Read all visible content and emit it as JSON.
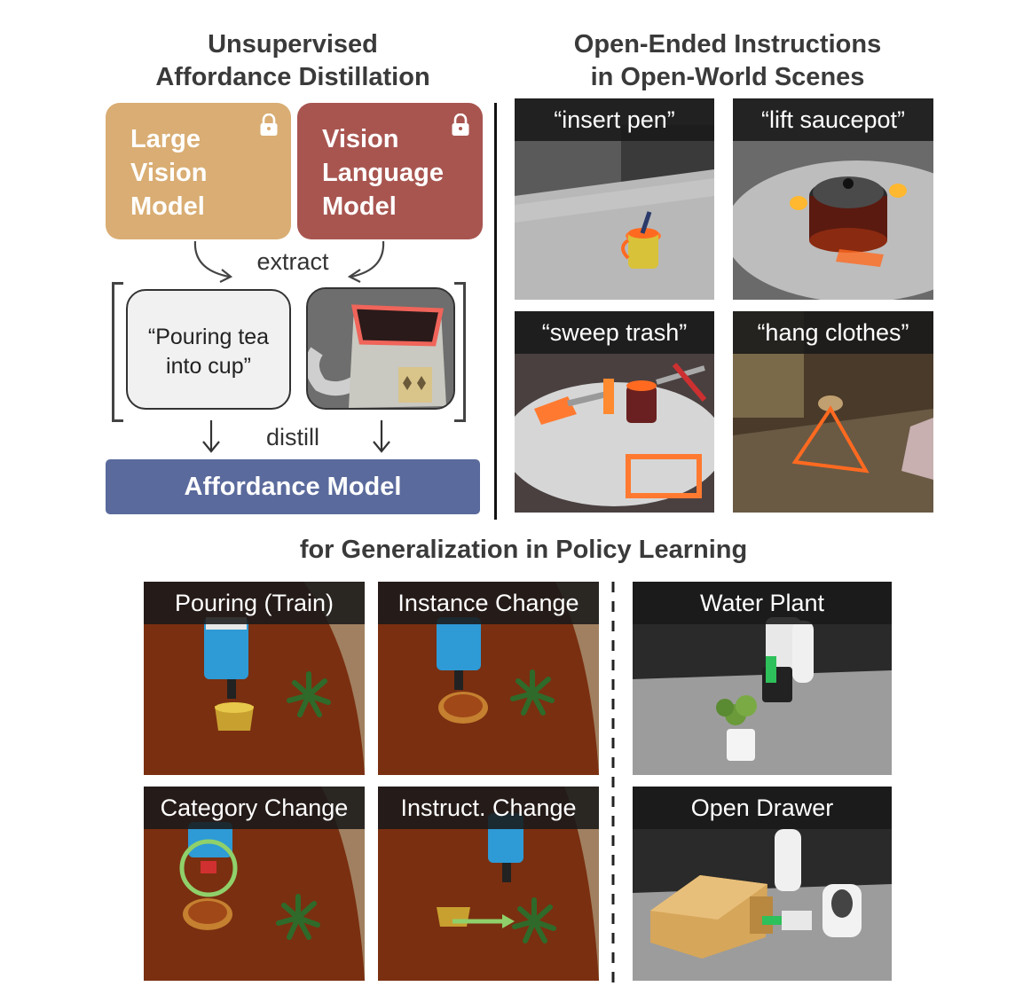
{
  "left_panel": {
    "title_line1": "Unsupervised",
    "title_line2": "Affordance Distillation",
    "box_lvm": {
      "line1": "Large",
      "line2": "Vision",
      "line3": "Model",
      "color": "#d9ad73"
    },
    "box_vlm": {
      "line1": "Vision",
      "line2": "Language",
      "line3": "Model",
      "color": "#a85550"
    },
    "extract_label": "extract",
    "text_card": {
      "line1": "“Pouring tea",
      "line2": "into cup”"
    },
    "distill_label": "distill",
    "affordance_model": {
      "label": "Affordance Model",
      "color": "#5a6a9c"
    }
  },
  "right_panel": {
    "title_line1": "Open-Ended Instructions",
    "title_line2": "in Open-World Scenes",
    "scenes": [
      {
        "label": "“insert pen”"
      },
      {
        "label": "“lift saucepot”"
      },
      {
        "label": "“sweep trash”"
      },
      {
        "label": "“hang clothes”"
      }
    ]
  },
  "bottom": {
    "title": "for Generalization in Policy Learning",
    "sim_tiles": [
      {
        "label": "Pouring (Train)"
      },
      {
        "label": "Instance Change"
      },
      {
        "label": "Category Change"
      },
      {
        "label": "Instruct. Change"
      }
    ],
    "real_tiles": [
      {
        "label": "Water Plant"
      },
      {
        "label": "Open Drawer"
      }
    ]
  },
  "colors": {
    "affordance_glow": "#ff5a1a",
    "heading_text": "#3a3a3a",
    "wood_table": "#7a2f10"
  }
}
